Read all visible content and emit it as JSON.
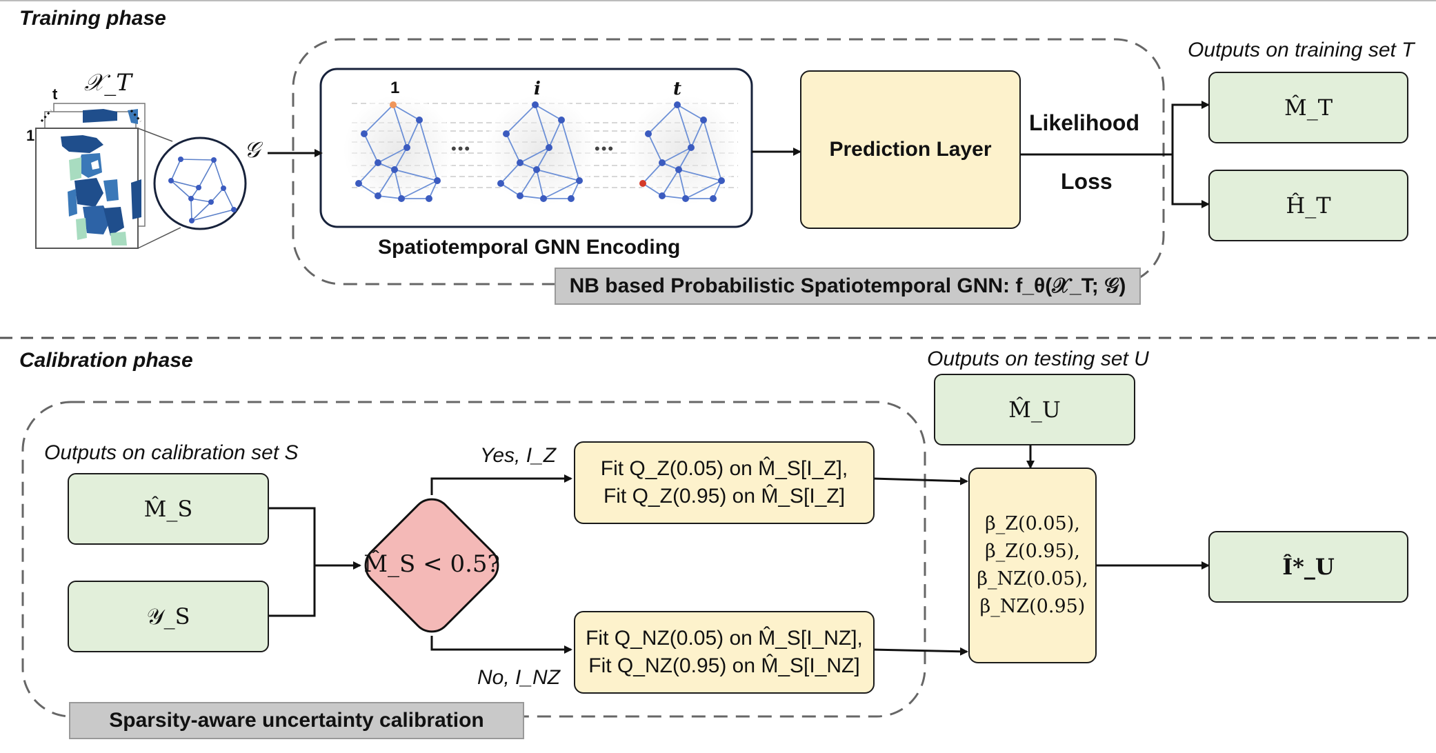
{
  "training": {
    "phase_title": "Training phase",
    "input_label": "𝒳_T",
    "frame_first": "1",
    "frame_last": "t",
    "graph_label": "𝒢",
    "encoding_title": "Spatiotemporal GNN Encoding",
    "step_labels": [
      "1",
      "i",
      "t"
    ],
    "ellipsis": "•••",
    "prediction_layer": "Prediction Layer",
    "loss_line1": "Likelihood",
    "loss_line2": "Loss",
    "outputs_caption": "Outputs on training set T",
    "output_m": "M̂_T",
    "output_h": "Ĥ_T",
    "model_caption": "NB based Probabilistic Spatiotemporal GNN: f_θ(𝒳_T; 𝒢)"
  },
  "calibration": {
    "phase_title": "Calibration phase",
    "outputs_caption": "Outputs on calibration set S",
    "input_m": "M̂_S",
    "input_y": "𝒴_S",
    "decision": "M̂_S < 0.5?",
    "yes_label": "Yes, I_Z",
    "no_label": "No, I_NZ",
    "fit_z_line1": "Fit Q_Z(0.05) on M̂_S[I_Z],",
    "fit_z_line2": "Fit Q_Z(0.95) on M̂_S[I_Z]",
    "fit_nz_line1": "Fit Q_NZ(0.05) on M̂_S[I_NZ],",
    "fit_nz_line2": "Fit Q_NZ(0.95) on M̂_S[I_NZ]",
    "testing_caption": "Outputs on testing set U",
    "test_m": "M̂_U",
    "beta_lines": [
      "β_Z(0.05),",
      "β_Z(0.95),",
      "β_NZ(0.05),",
      "β_NZ(0.95)"
    ],
    "final_output": "Î*_U",
    "module_caption": "Sparsity-aware uncertainty calibration"
  },
  "colors": {
    "green_fill": "#e2efda",
    "yellow_fill": "#fdf2cc",
    "diamond_fill": "#f4b9b7",
    "gray_label": "#c9c9c9",
    "graph_edge": "#6b8fd6",
    "node_blue": "#3b5bbf",
    "node_orange": "#f0965a",
    "node_red": "#d43a2a",
    "map_dark": "#1f4e8c",
    "map_mid": "#3a78b8",
    "map_light": "#a8dcc0"
  }
}
